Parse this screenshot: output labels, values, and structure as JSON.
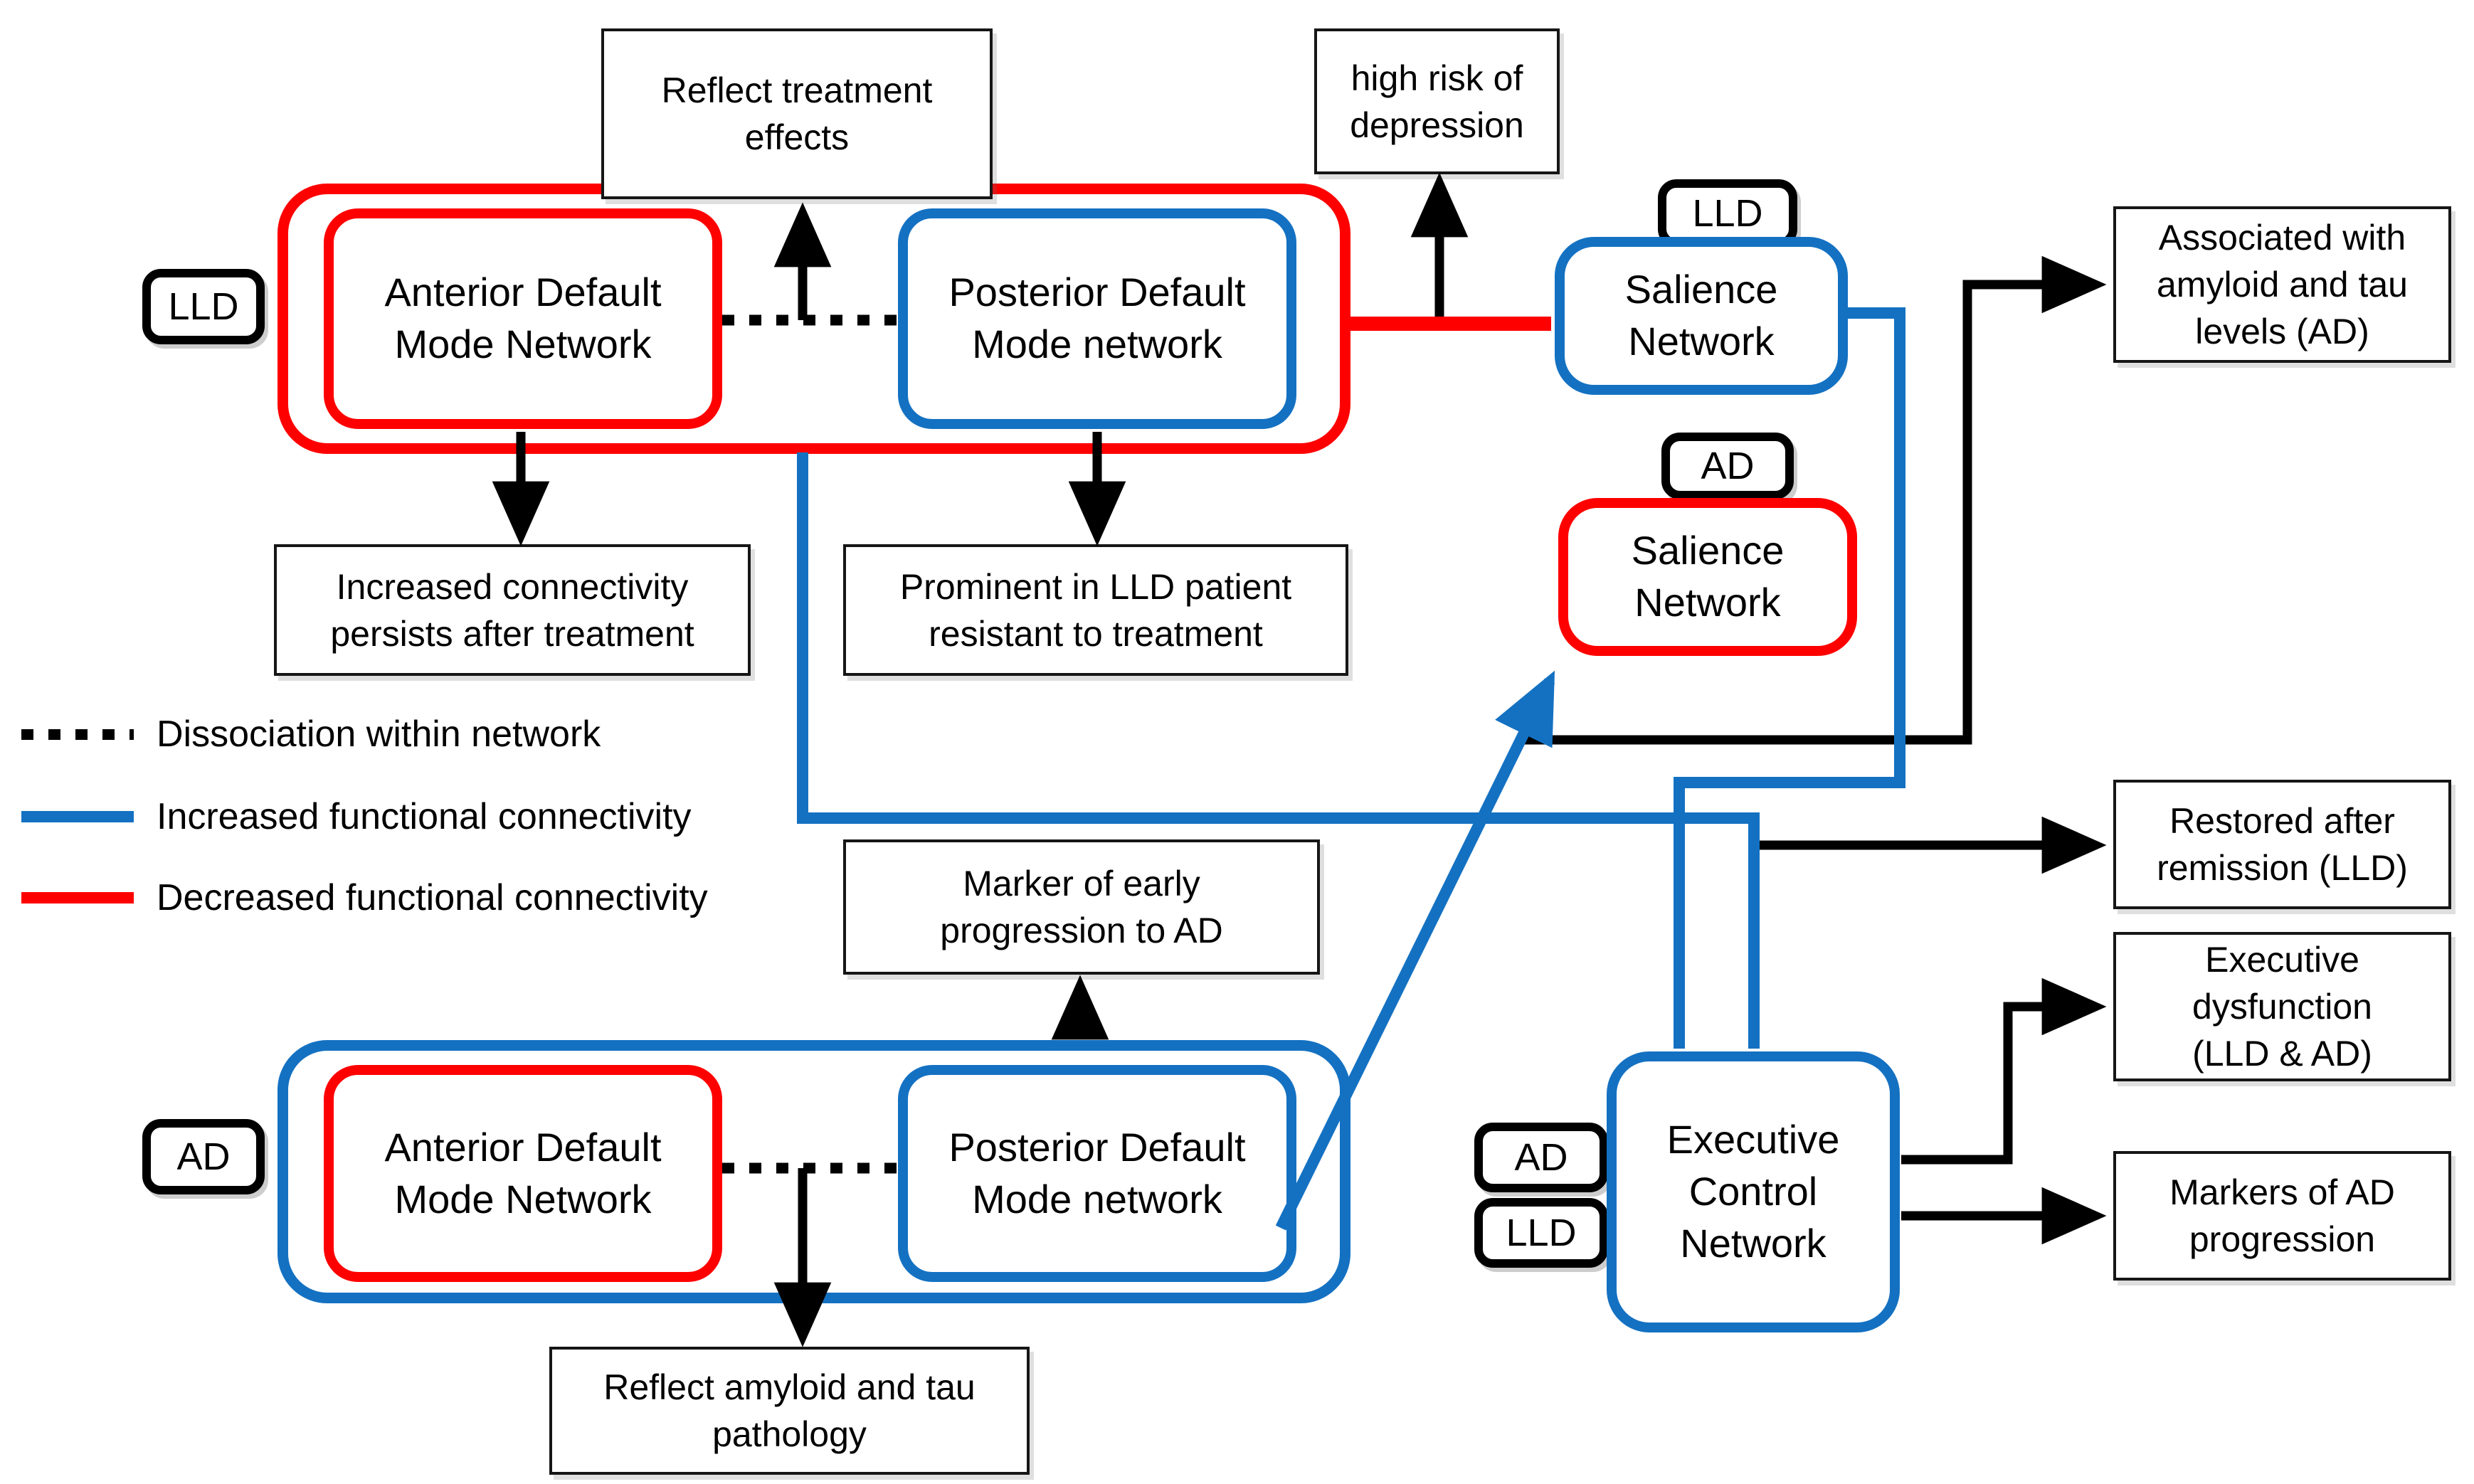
{
  "diagram": {
    "title_domain": "DMN / Salience / Executive network connectivity in LLD and AD",
    "colors": {
      "increased_connectivity": "#1471c2",
      "decreased_connectivity": "#fe0000",
      "neutral": "#000000"
    },
    "tags": {
      "lld_dmn": "LLD",
      "ad_dmn": "AD",
      "salience_lld": "LLD",
      "salience_ad": "AD",
      "ecn_ad": "AD",
      "ecn_lld": "LLD"
    },
    "networks": {
      "admn_lld": "Anterior Default\nMode Network",
      "pdmn_lld": "Posterior Default\nMode network",
      "admn_ad": "Anterior Default\nMode Network",
      "pdmn_ad": "Posterior Default\nMode network",
      "salience_lld": "Salience\nNetwork",
      "salience_ad": "Salience\nNetwork",
      "ecn": "Executive\nControl\nNetwork"
    },
    "annotations": {
      "reflect_treatment": "Reflect treatment\neffects",
      "high_risk": "high risk of\ndepression",
      "increased_persists": "Increased connectivity\npersists after treatment",
      "prominent_resistant": "Prominent in LLD patient\nresistant to treatment",
      "marker_early": "Marker of early\nprogression to AD",
      "reflect_amyloid": "Reflect amyloid and tau\npathology",
      "associated_amyloid": "Associated with\namyloid and tau\nlevels (AD)",
      "restored_remission": "Restored after\nremission (LLD)",
      "exec_dysfunction": "Executive\ndysfunction\n(LLD & AD)",
      "markers_progression": "Markers of AD\nprogression"
    },
    "legend": {
      "items": [
        {
          "swatch": "dotted-black-line",
          "label": "Dissociation within network"
        },
        {
          "swatch": "solid-blue-line",
          "label": "Increased functional connectivity"
        },
        {
          "swatch": "solid-red-line",
          "label": "Decreased functional connectivity"
        }
      ]
    }
  }
}
